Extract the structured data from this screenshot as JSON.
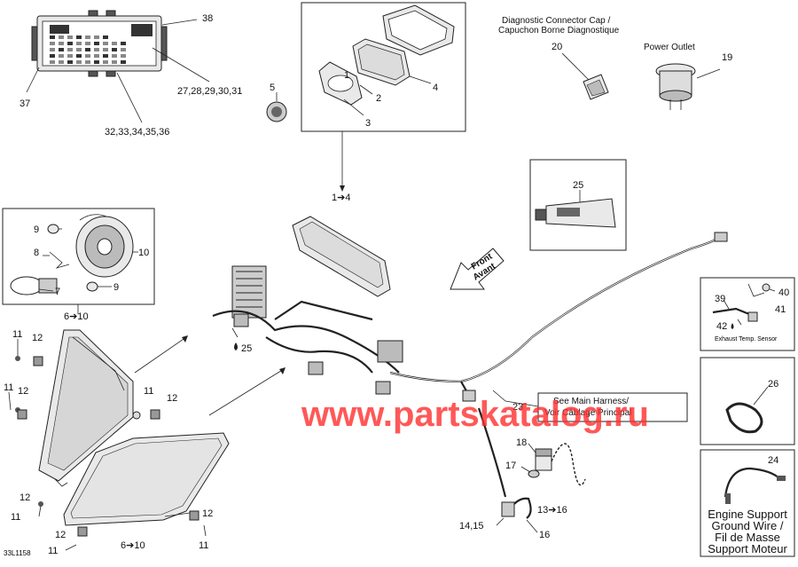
{
  "watermark": "www.partskatalog.ru",
  "drawing_code": "33L1158",
  "callouts": {
    "c38": "38",
    "c37": "37",
    "c27_31": "27,28,29,30,31",
    "c32_36": "32,33,34,35,36",
    "c5": "5",
    "c1": "1",
    "c2": "2",
    "c3": "3",
    "c4": "4",
    "c1to4": "1➔4",
    "c20": "20",
    "c19": "19",
    "c25_box": "25",
    "c9a": "9",
    "c8": "8",
    "c10": "10",
    "c7": "7",
    "c9b": "9",
    "c6to10_top": "6➔10",
    "c11a": "11",
    "c12a": "12",
    "c11b": "11",
    "c12b": "12",
    "c11c": "11",
    "c12c": "12",
    "c25_drop": "25",
    "c39": "39",
    "c40": "40",
    "c41": "41",
    "c42": "42",
    "c26": "26",
    "c24": "24",
    "c23": "23",
    "c18": "18",
    "c17": "17",
    "c13to16": "13➔16",
    "c14_15": "14,15",
    "c16": "16",
    "c12d": "12",
    "c11d": "11",
    "c12e": "12",
    "c11e": "11",
    "c12f": "12",
    "c11f": "11",
    "c6to10_bot": "6➔10"
  },
  "labels": {
    "diag_cap_en": "Diagnostic Connector Cap /",
    "diag_cap_fr": "Capuchon Borne Diagnostique",
    "power_outlet": "Power Outlet",
    "front_en": "Front",
    "front_fr": "Avant",
    "see_harness_en": "See Main Harness/",
    "see_harness_fr": "Voir Câblage Principal",
    "exhaust_sensor": "Exhaust Temp. Sensor",
    "ground_1": "Engine Support",
    "ground_2": "Ground Wire /",
    "ground_3": "Fil de Masse",
    "ground_4": "Support Moteur"
  },
  "colors": {
    "watermark": "#ff2a2a",
    "line": "#222222"
  }
}
